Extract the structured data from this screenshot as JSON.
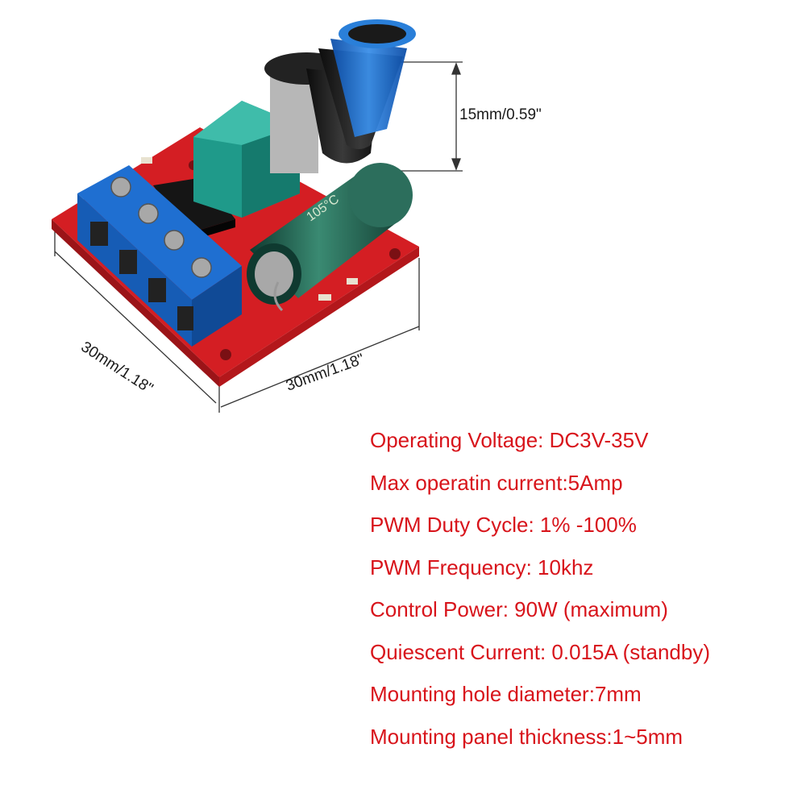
{
  "dimensions": {
    "height": "15mm/0.59\"",
    "depth": "30mm/1.18\"",
    "width": "30mm/1.18\""
  },
  "specs": [
    "Operating Voltage: DC3V-35V",
    "Max operatin current:5Amp",
    "PWM Duty Cycle: 1% -100%",
    "PWM Frequency: 10khz",
    "Control Power: 90W (maximum)",
    "Quiescent Current: 0.015A (standby)",
    "Mounting hole diameter:7mm",
    "Mounting panel thickness:1~5mm"
  ],
  "colors": {
    "spec_text": "#d8141b",
    "pcb": "#d41e23",
    "terminal_block": "#1f6fd1",
    "potentiometer": "#1f9a8a",
    "capacitor": "#1f5a4a",
    "knob": "#1a1a1a"
  },
  "product_parts": {
    "capacitor_print": "105°C"
  }
}
